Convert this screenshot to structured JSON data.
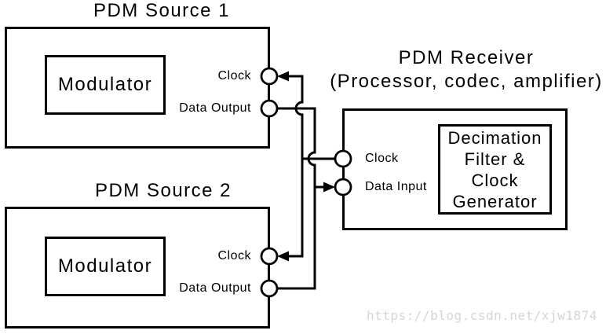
{
  "colors": {
    "background": "#ffffff",
    "line": "#000000",
    "text": "#000000",
    "watermark": "#d6d6d1"
  },
  "source1": {
    "title": "PDM Source 1",
    "modulator_label": "Modulator",
    "ports": {
      "clock": "Clock",
      "data": "Data Output"
    }
  },
  "source2": {
    "title": "PDM Source 2",
    "modulator_label": "Modulator",
    "ports": {
      "clock": "Clock",
      "data": "Data Output"
    }
  },
  "receiver": {
    "title": "PDM Receiver",
    "subtitle": "(Processor, codec, amplifier)",
    "ports": {
      "clock": "Clock",
      "data": "Data Input"
    },
    "inner_box": {
      "lines": [
        "Decimation",
        "Filter &",
        "Clock",
        "Generator"
      ]
    }
  },
  "watermark": "https://blog.csdn.net/xjw1874"
}
